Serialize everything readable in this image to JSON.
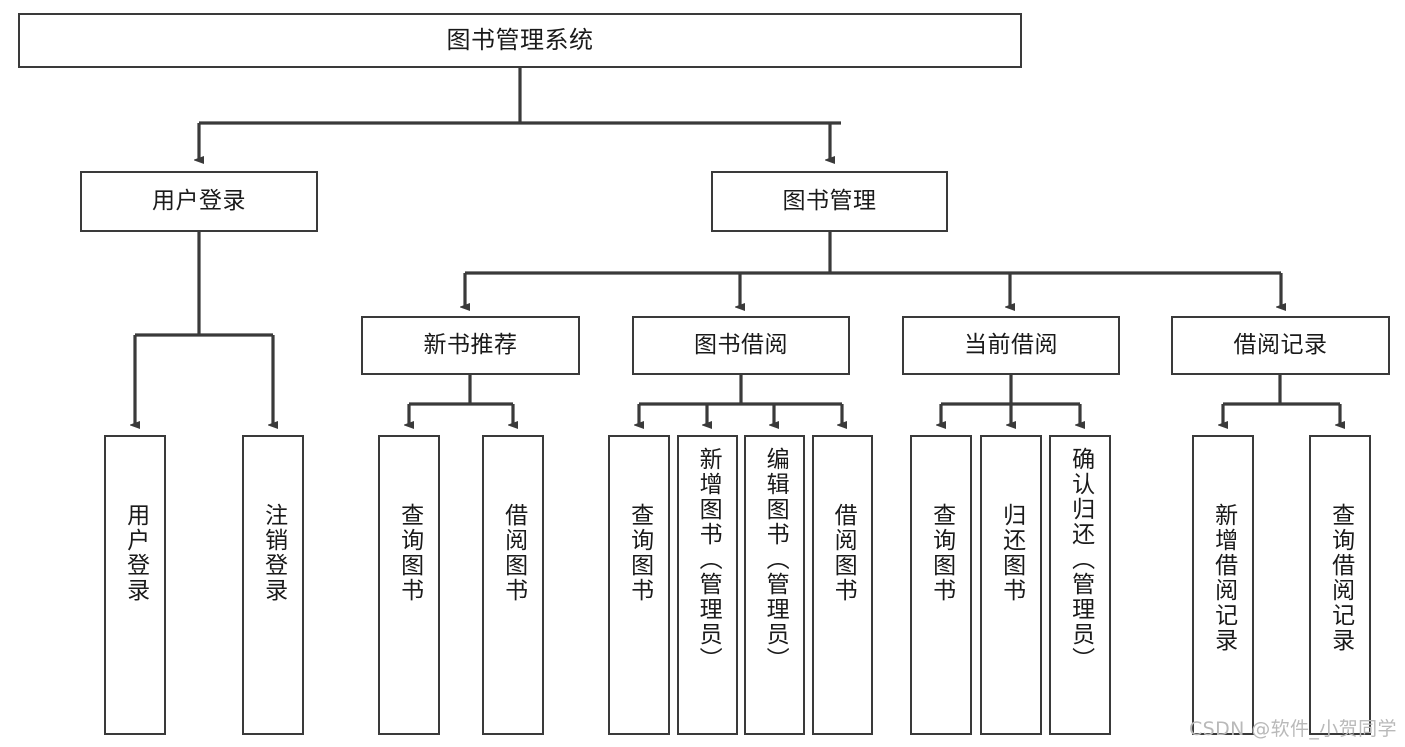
{
  "diagram": {
    "type": "tree",
    "title": "图书管理系统",
    "root": {
      "label": "图书管理系统"
    },
    "level2": [
      {
        "label": "用户登录"
      },
      {
        "label": "图书管理"
      }
    ],
    "level3": [
      {
        "label": "新书推荐"
      },
      {
        "label": "图书借阅"
      },
      {
        "label": "当前借阅"
      },
      {
        "label": "借阅记录"
      }
    ],
    "leaves": {
      "user_login": [
        {
          "label": "用户登录"
        },
        {
          "label": "注销登录"
        }
      ],
      "new_book_recommend": [
        {
          "label": "查询图书"
        },
        {
          "label": "借阅图书"
        }
      ],
      "book_borrow": [
        {
          "label": "查询图书"
        },
        {
          "label": "新增图书（管理员）"
        },
        {
          "label": "编辑图书（管理员）"
        },
        {
          "label": "借阅图书"
        }
      ],
      "current_borrow": [
        {
          "label": "查询图书"
        },
        {
          "label": "归还图书"
        },
        {
          "label": "确认归还（管理员）"
        }
      ],
      "borrow_record": [
        {
          "label": "新增借阅记录"
        },
        {
          "label": "查询借阅记录"
        }
      ]
    }
  },
  "watermark": {
    "text": "CSDN @软件_小贺同学"
  },
  "colors": {
    "stroke": "#3a3a3a",
    "fill": "#ffffff",
    "text": "#1a1a1a",
    "watermark": "#b9b9b9"
  }
}
